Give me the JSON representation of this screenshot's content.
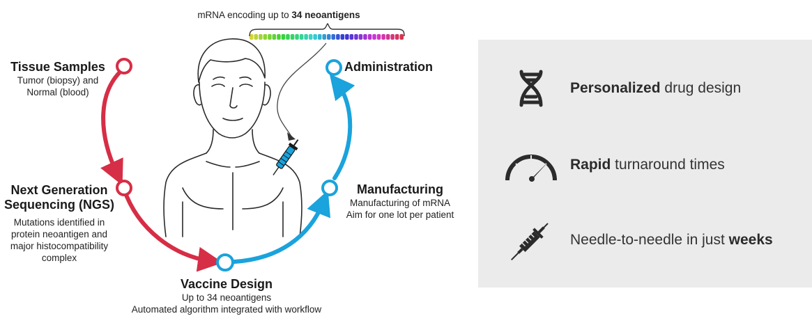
{
  "diagram": {
    "top_caption": {
      "prefix": "mRNA encoding up to ",
      "emphasis": "34 neoantigens"
    },
    "steps": {
      "tissue": {
        "title": "Tissue Samples",
        "lines": [
          "Tumor (biopsy) and",
          "Normal (blood)"
        ]
      },
      "ngs": {
        "title_lines": [
          "Next Generation",
          "Sequencing (NGS)"
        ],
        "lines": [
          "Mutations identified in",
          "protein neoantigen and",
          "major histocompatibility",
          "complex"
        ]
      },
      "design": {
        "title": "Vaccine Design",
        "lines": [
          "Up to 34 neoantigens",
          "Automated algorithm integrated with workflow"
        ]
      },
      "manufacturing": {
        "title": "Manufacturing",
        "lines": [
          "Manufacturing of mRNA",
          "Aim for one lot per patient"
        ]
      },
      "administration": {
        "title": "Administration"
      }
    },
    "colors": {
      "red_arc": "#d62e46",
      "blue_arc": "#1aa3dc"
    }
  },
  "panel": {
    "features": [
      {
        "icon": "dna-icon",
        "bold": "Personalized",
        "rest": " drug design"
      },
      {
        "icon": "speedometer-icon",
        "bold": "Rapid",
        "rest": " turnaround times"
      },
      {
        "icon": "syringe-icon",
        "prefix": "Needle-to-needle in just ",
        "bold": "weeks"
      }
    ],
    "background": "#ebebeb"
  }
}
